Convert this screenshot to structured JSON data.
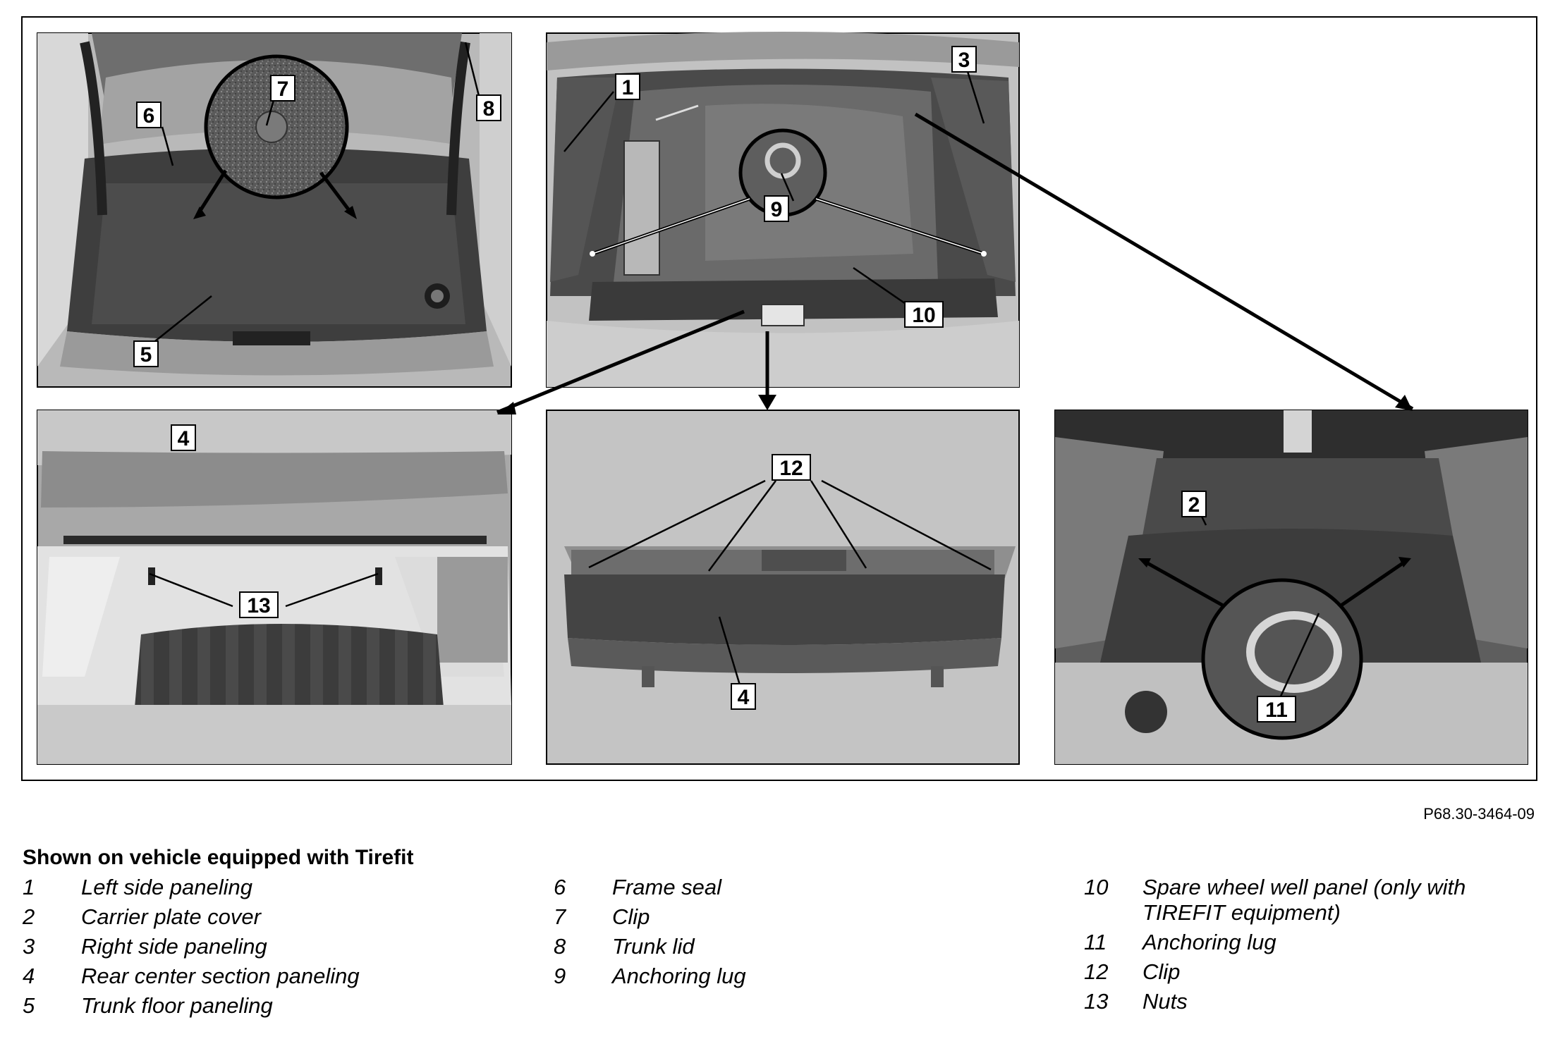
{
  "callouts": {
    "c1": "1",
    "c2": "2",
    "c3": "3",
    "c4a": "4",
    "c4b": "4",
    "c5": "5",
    "c6": "6",
    "c7": "7",
    "c8": "8",
    "c9": "9",
    "c10": "10",
    "c11": "11",
    "c12": "12",
    "c13": "13"
  },
  "part_code": "P68.30-3464-09",
  "legend": {
    "heading": "Shown on vehicle equipped with Tirefit",
    "col1": [
      {
        "num": "1",
        "label": "Left side paneling"
      },
      {
        "num": "2",
        "label": "Carrier plate cover"
      },
      {
        "num": "3",
        "label": "Right side paneling"
      },
      {
        "num": "4",
        "label": "Rear center section paneling"
      },
      {
        "num": "5",
        "label": "Trunk floor paneling"
      }
    ],
    "col2": [
      {
        "num": "6",
        "label": "Frame seal"
      },
      {
        "num": "7",
        "label": "Clip"
      },
      {
        "num": "8",
        "label": "Trunk lid"
      },
      {
        "num": "9",
        "label": "Anchoring lug"
      }
    ],
    "col3": [
      {
        "num": "10",
        "label_line1": "Spare wheel well panel (only with",
        "label_line2": "TIREFIT equipment)"
      },
      {
        "num": "11",
        "label": "Anchoring lug"
      },
      {
        "num": "12",
        "label": "Clip"
      },
      {
        "num": "13",
        "label": "Nuts"
      }
    ]
  }
}
